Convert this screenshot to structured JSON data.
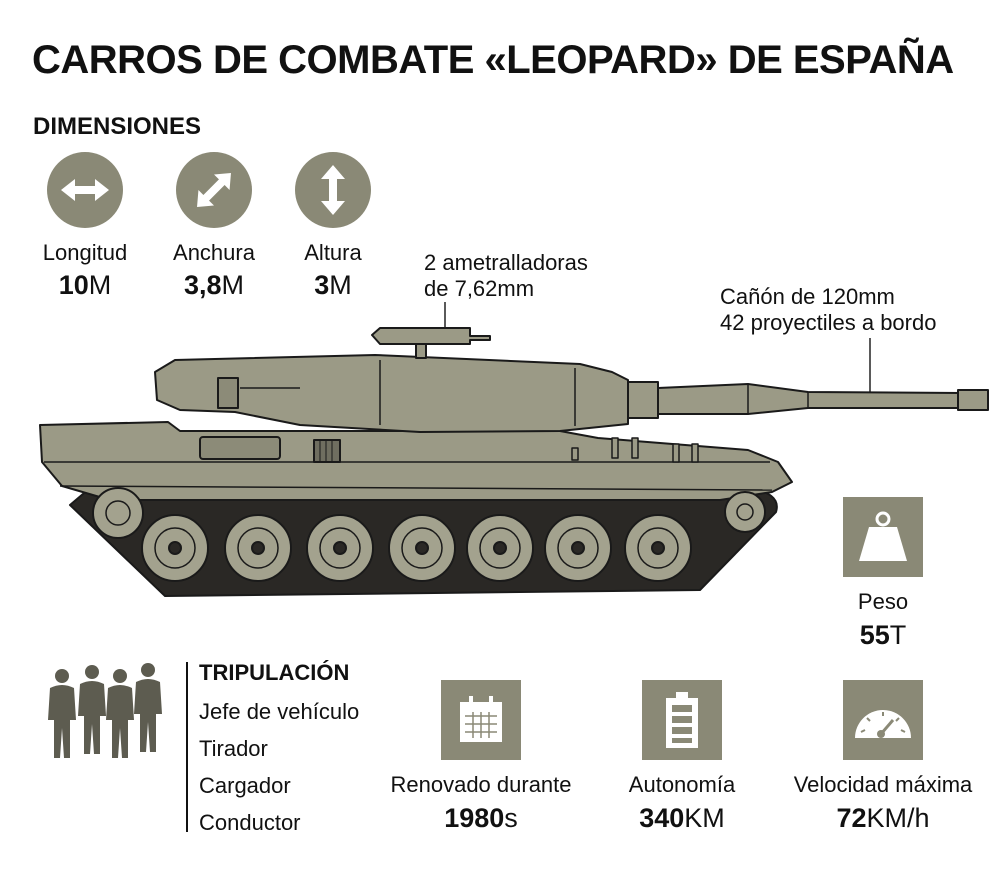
{
  "title": "CARROS DE COMBATE «LEOPARD» DE ESPAÑA",
  "dimensions": {
    "heading": "DIMENSIONES",
    "items": [
      {
        "label": "Longitud",
        "number": "10",
        "unit": "M",
        "icon": "horizontal-arrows-icon"
      },
      {
        "label": "Anchura",
        "number": "3,8",
        "unit": "M",
        "icon": "diagonal-arrows-icon"
      },
      {
        "label": "Altura",
        "number": "3",
        "unit": "M",
        "icon": "vertical-arrows-icon"
      }
    ]
  },
  "annotations": {
    "machine_guns": {
      "line1": "2 ametralladoras",
      "line2": "de 7,62mm"
    },
    "cannon": {
      "line1": "Cañón de 120mm",
      "line2": "42 proyectiles a bordo"
    }
  },
  "weight": {
    "label": "Peso",
    "number": "55",
    "unit": "T",
    "icon": "weight-icon"
  },
  "crew": {
    "heading": "TRIPULACIÓN",
    "members": [
      "Jefe de vehículo",
      "Tirador",
      "Cargador",
      "Conductor"
    ]
  },
  "stats": [
    {
      "label": "Renovado durante",
      "number": "1980",
      "unit": "s",
      "icon": "calendar-icon"
    },
    {
      "label": "Autonomía",
      "number": "340",
      "unit": "KM",
      "icon": "battery-icon"
    },
    {
      "label": "Velocidad máxima",
      "number": "72",
      "unit": "KM/h",
      "icon": "speedometer-icon"
    }
  ],
  "colors": {
    "accent": "#8a8976",
    "tank_body": "#9b9a86",
    "tank_dark": "#2a2825",
    "tank_outline": "#1a1a1a"
  }
}
